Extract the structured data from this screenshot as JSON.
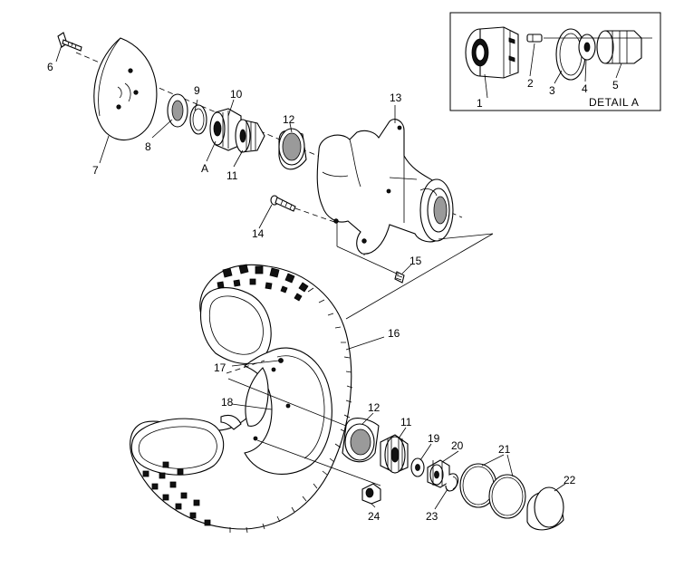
{
  "detail": {
    "title": "DETAIL A"
  },
  "callouts": {
    "c1": "1",
    "c2": "2",
    "c3": "3",
    "c4": "4",
    "c5": "5",
    "c6": "6",
    "c7": "7",
    "c8": "8",
    "c9": "9",
    "c10": "10",
    "cA": "A",
    "c11": "11",
    "c12": "12",
    "c13": "13",
    "c14": "14",
    "c15": "15",
    "c16": "16",
    "c17": "17",
    "c18": "18",
    "c12b": "12",
    "c11b": "11",
    "c19": "19",
    "c20": "20",
    "c21": "21",
    "c22": "22",
    "c23": "23",
    "c24": "24"
  }
}
